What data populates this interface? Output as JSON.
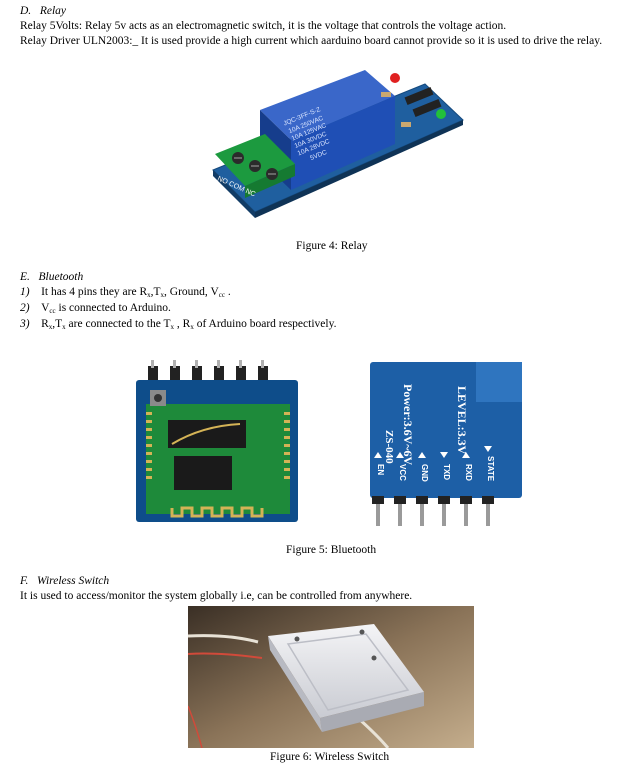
{
  "relay": {
    "heading_letter": "D.",
    "heading_title": "Relay",
    "line1": "Relay 5Volts: Relay 5v acts as an electromagnetic switch, it is the voltage that controls the voltage action.",
    "line2": "Relay Driver ULN2003:_ It is used provide a high current which aarduino board cannot provide so it is used to drive the relay.",
    "caption": "Figure 4: Relay",
    "image": {
      "label_top": "JQC-3FF-S-Z",
      "label_rows": [
        "10A 250VAC",
        "10A 125VAC",
        "10A 30VDC",
        "10A 28VDC"
      ],
      "label_model": "5VDC",
      "terminals": "NO  COM  NC"
    }
  },
  "bluetooth": {
    "heading_letter": "E.",
    "heading_title": "Bluetooth",
    "item1_num": "1)",
    "item1_a": "It has 4 pins they are R",
    "item1_sub1": "x",
    "item1_b": ",T",
    "item1_sub2": "x",
    "item1_c": ", Ground, V",
    "item1_sub3": "cc",
    "item1_d": " .",
    "item2_num": "2)",
    "item2_a": "V",
    "item2_sub": "cc",
    "item2_b": " is connected to Arduino.",
    "item3_num": "3)",
    "item3_a": "R",
    "item3_sub1": "x",
    "item3_b": ",T",
    "item3_sub2": "x",
    "item3_c": " are connected to the T",
    "item3_sub3": "x",
    "item3_d": " , R",
    "item3_sub4": "x",
    "item3_e": " of Arduino board respectively.",
    "caption": "Figure 5: Bluetooth",
    "image": {
      "back_power": "Power:3.6V~6V",
      "back_level": "LEVEL:3.3V",
      "back_zs": "ZS-040",
      "pins": [
        "EN",
        "VCC",
        "GND",
        "TXD",
        "RXD",
        "STATE"
      ]
    }
  },
  "wireless": {
    "heading_letter": "F.",
    "heading_title": "Wireless Switch",
    "line1": "It is used to access/monitor the system globally i.e, can be controlled from anywhere.",
    "caption": "Figure 6: Wireless Switch"
  }
}
